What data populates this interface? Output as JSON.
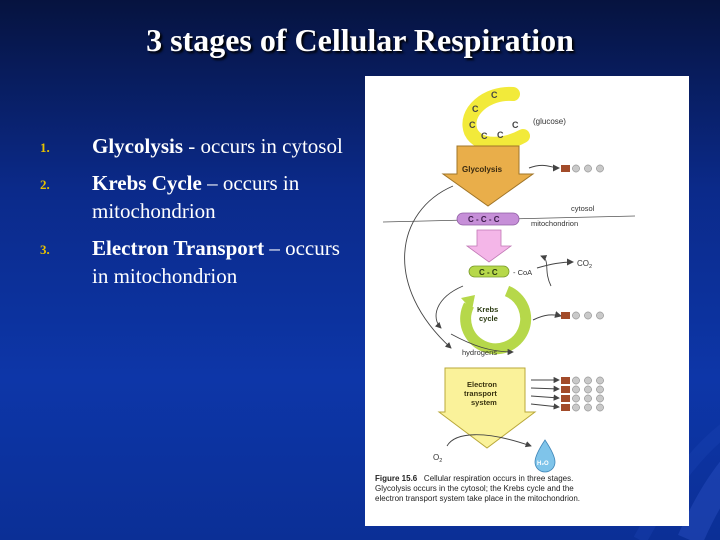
{
  "slide": {
    "title": "3 stages of Cellular Respiration"
  },
  "stages": [
    {
      "number": "1.",
      "name": "Glycolysis",
      "description": " - occurs in cytosol"
    },
    {
      "number": "2.",
      "name": "Krebs Cycle",
      "description": " – occurs in mitochondrion"
    },
    {
      "number": "3.",
      "name": "Electron Transport",
      "description": " – occurs in mitochondrion"
    }
  ],
  "figure": {
    "labels": {
      "glucose": "(glucose)",
      "glycolysis": "Glycolysis",
      "cytosol": "cytosol",
      "mitochondrion": "mitochondrion",
      "ccc": "C - C - C",
      "cc": "C - C",
      "coa": "- CoA",
      "co2": "CO",
      "co2_sub": "2",
      "krebs_line1": "Krebs",
      "krebs_line2": "cycle",
      "hydrogens": "hydrogens",
      "ets_line1": "Electron",
      "ets_line2": "transport",
      "ets_line3": "system",
      "o2": "O",
      "o2_sub": "2",
      "water": "H₂O",
      "carbon": "C"
    },
    "caption": {
      "label": "Figure 15.6",
      "text": "Cellular respiration occurs in three stages. Glycolysis occurs in the cytosol; the Krebs cycle and the electron transport system take place in the mitochondrion."
    },
    "colors": {
      "glucose": "#f2ea3a",
      "arrow_tan": "#e9ae4a",
      "pyruvate": "#c68fd8",
      "pink_arrow": "#f4b6e8",
      "krebs": "#b6d84a",
      "ets_yellow": "#faf29a",
      "adp": "#a24b2a",
      "phosphate": "#c9c9c9",
      "water": "#7fc4ea"
    }
  }
}
